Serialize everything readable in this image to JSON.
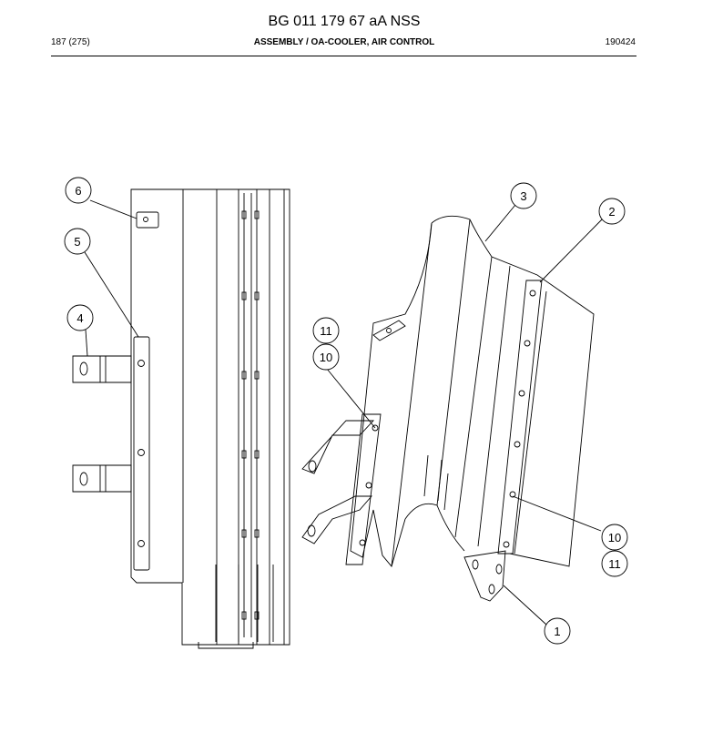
{
  "header": {
    "title": "BG 011 179 67 aA NSS",
    "page": "187 (275)",
    "subtitle": "ASSEMBLY / OA-COOLER, AIR CONTROL",
    "date": "190424"
  },
  "callouts": {
    "c1": "1",
    "c2": "2",
    "c3": "3",
    "c4": "4",
    "c5": "5",
    "c6": "6",
    "c10a": "10",
    "c11a": "11",
    "c10b": "10",
    "c11b": "11"
  }
}
